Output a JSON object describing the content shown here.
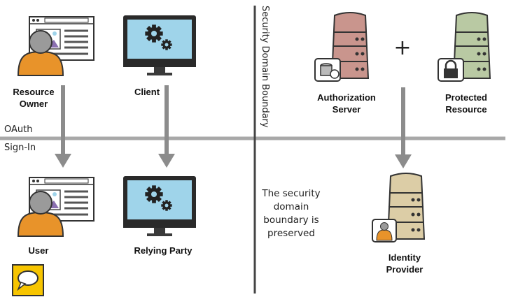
{
  "labels": {
    "resource_owner": "Resource\nOwner",
    "client": "Client",
    "authorization_server": "Authorization\nServer",
    "protected_resource": "Protected\nResource",
    "user": "User",
    "relying_party": "Relying Party",
    "identity_provider": "Identity\nProvider"
  },
  "bands": {
    "top": "OAuth",
    "bottom": "Sign-In"
  },
  "boundary_label": "Security Domain Boundary",
  "note": "The security\ndomain\nboundary is\npreserved",
  "plus_symbol": "+",
  "colors": {
    "arrow": "#8c8c8c",
    "boundary": "#444444",
    "person_body": "#e8932a",
    "person_head": "#9a9a9a",
    "monitor_screen": "#9fd4ea",
    "server_red": "#c9958d",
    "server_green": "#b9c9a3",
    "server_beige": "#dccda6",
    "speech_bubble_bg": "#f7c500"
  },
  "icons": {
    "resource_owner": "person-with-browser-icon",
    "client": "monitor-gears-icon",
    "authorization_server": "server-icon",
    "protected_resource": "server-with-lock-icon",
    "user": "person-with-browser-icon",
    "relying_party": "monitor-gears-icon",
    "identity_provider": "server-with-person-icon",
    "speech_bubble": "speech-bubble-icon"
  }
}
